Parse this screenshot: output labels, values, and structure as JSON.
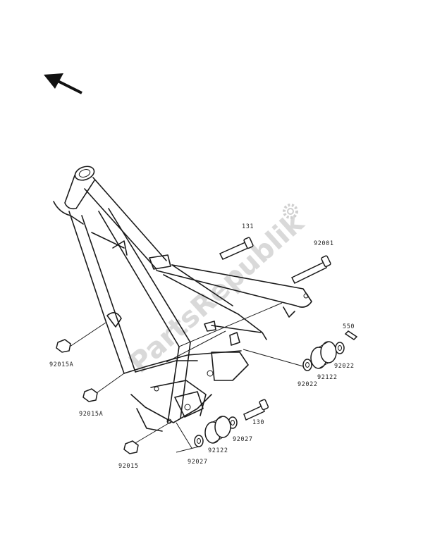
{
  "watermark": {
    "text": "PartsRepublik",
    "logo": "gear-icon"
  },
  "direction": {
    "icon": "front-direction-arrow-icon"
  },
  "callouts": {
    "bolt_top": "131",
    "long_bolt": "92001",
    "clip": "550",
    "nut_left_upper": "92015A",
    "nut_left_middle": "92015A",
    "nut_left_lower": "92015",
    "washer_right_outer": "92022",
    "washer_right_inner": "92022",
    "damper_right": "92122",
    "bolt_lower": "130",
    "washer_lower_right": "92027",
    "damper_lower": "92122",
    "washer_lower_left": "92027"
  },
  "colors": {
    "line": "#1a1a1a",
    "watermark": "#d9d9d9",
    "background": "#ffffff"
  }
}
